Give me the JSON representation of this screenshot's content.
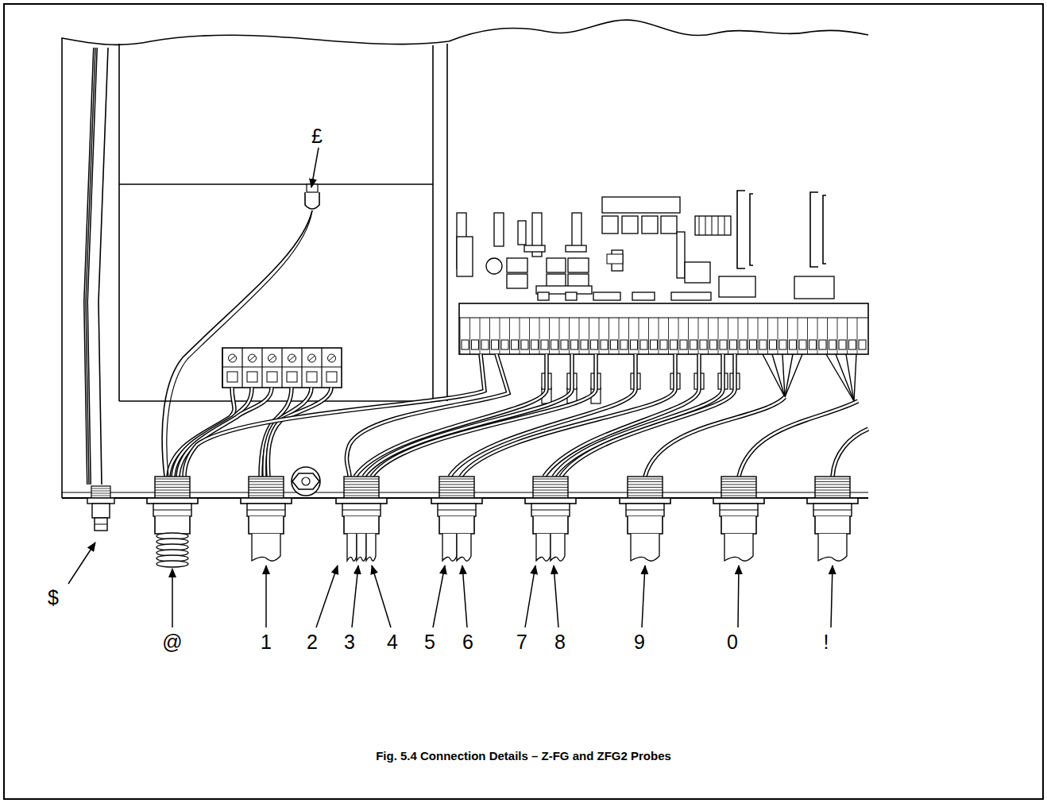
{
  "diagram": {
    "caption": "Fig. 5.4 Connection Details – Z-FG and ZFG2 Probes",
    "labels": [
      "£",
      "$",
      "@",
      "1",
      "2",
      "3",
      "4",
      "5",
      "6",
      "7",
      "8",
      "9",
      "0",
      "!"
    ]
  }
}
